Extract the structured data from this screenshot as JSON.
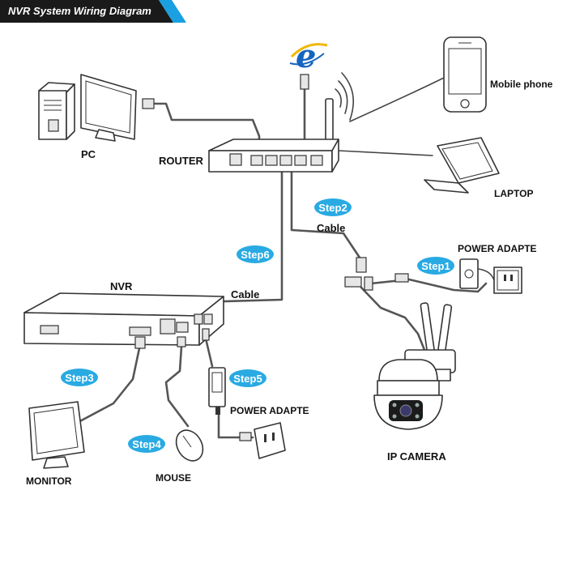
{
  "title": "NVR System Wiring Diagram",
  "colors": {
    "title_bar": "#1a1a1a",
    "title_accent": "#1aa0e0",
    "step_badge": "#29aae3",
    "ie_blue": "#1565c0",
    "ie_gold": "#f2b705"
  },
  "icons": [
    "internet-explorer-icon",
    "wifi-waves-icon"
  ],
  "labels": {
    "pc": "PC",
    "router": "ROUTER",
    "mobile": "Mobile phone",
    "laptop": "LAPTOP",
    "power_top": "POWER ADAPTE",
    "nvr": "NVR",
    "cable_nvr": "Cable",
    "cable_router": "Cable",
    "ip_camera": "IP  CAMERA",
    "monitor": "MONITOR",
    "mouse": "MOUSE",
    "power_bottom": "POWER ADAPTE"
  },
  "steps": {
    "step1": "Step1",
    "step2": "Step2",
    "step3": "Step3",
    "step4": "Step4",
    "step5": "Step5",
    "step6": "Step6"
  }
}
